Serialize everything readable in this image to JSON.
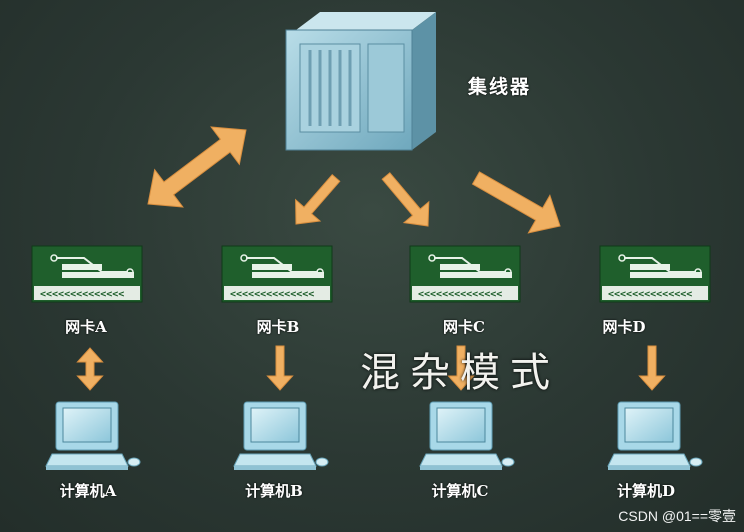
{
  "hub": {
    "label": "集线器"
  },
  "nics": [
    {
      "label": "网卡A"
    },
    {
      "label": "网卡B"
    },
    {
      "label": "网卡C"
    },
    {
      "label": "网卡D"
    }
  ],
  "computers": [
    {
      "label": "计算机A"
    },
    {
      "label": "计算机B"
    },
    {
      "label": "计算机C"
    },
    {
      "label": "计算机D"
    }
  ],
  "mode_text": "混杂模式",
  "watermark": "CSDN @01==零壹",
  "colors": {
    "background": "#2b3833",
    "arrow": "#f0b062",
    "hub": "#8fc4d6",
    "nic_board": "#1f5f2c",
    "computer": "#a8d8e8",
    "text": "#ffffff"
  }
}
